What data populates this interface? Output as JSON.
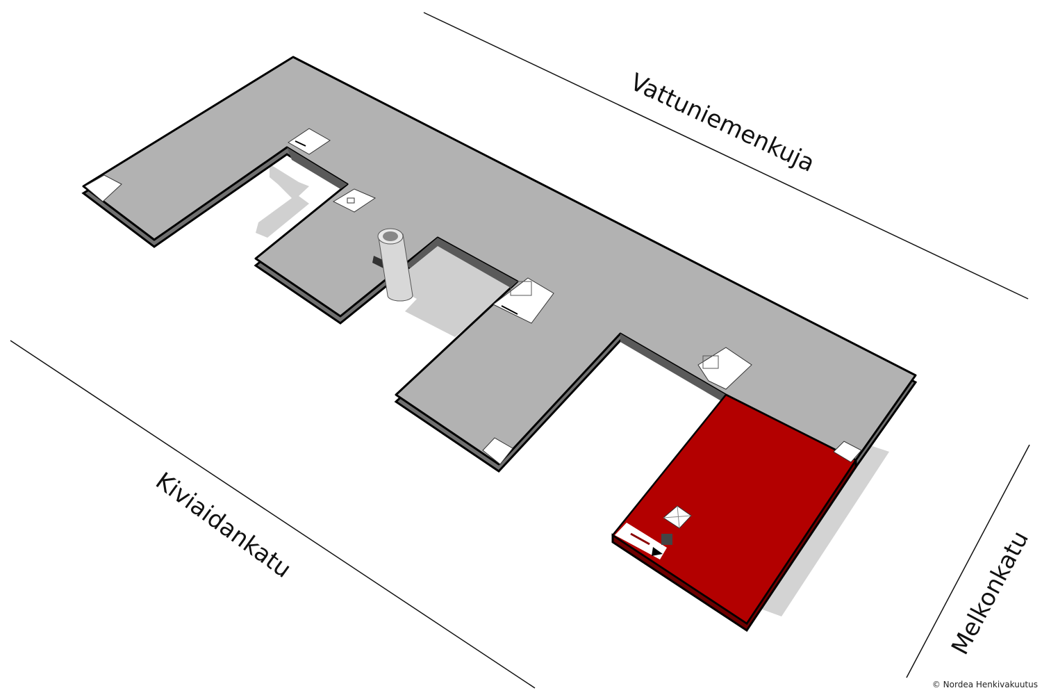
{
  "streets": {
    "north": "Vattuniemenkuja",
    "south": "Kiviaidankatu",
    "east": "Melkonkatu"
  },
  "copyright": "© Nordea Henkivakuutus",
  "colors": {
    "building": "#b2b2b2",
    "building_side": "#7a7a7a",
    "highlight": "#b30000",
    "highlight_side": "#6e0000",
    "courtyard": "#d0d0d0"
  }
}
